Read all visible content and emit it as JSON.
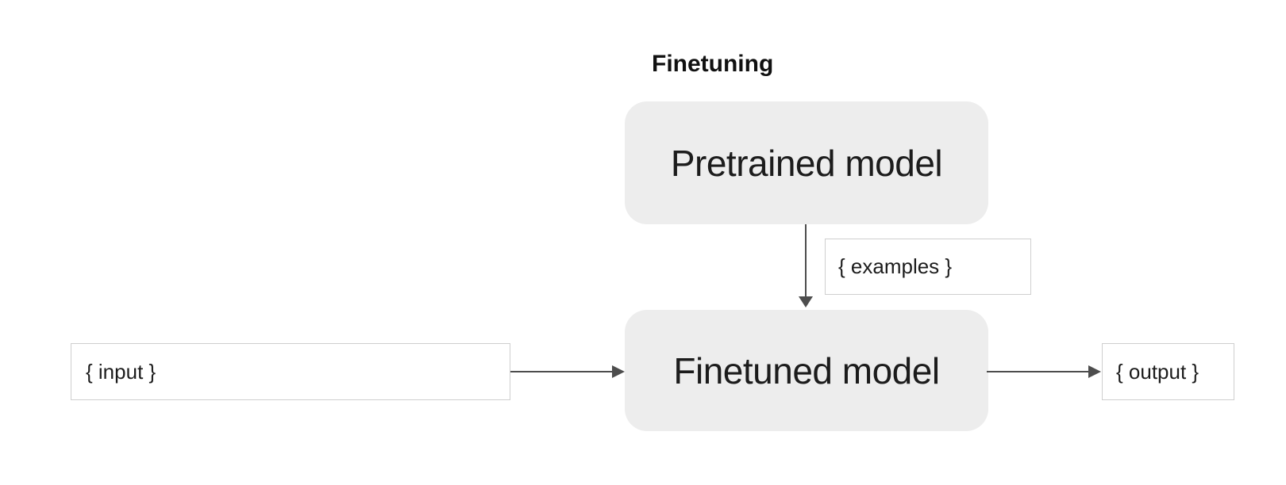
{
  "diagram": {
    "type": "flowchart",
    "title": "Finetuning",
    "pretrained_label": "Pretrained model",
    "finetuned_label": "Finetuned model",
    "input_label": "{ input }",
    "examples_label": "{ examples }",
    "output_label": "{ output }",
    "edges": [
      {
        "from": "pretrained-model",
        "to": "finetuned-model",
        "label": "{ examples }",
        "direction": "down"
      },
      {
        "from": "input",
        "to": "finetuned-model",
        "direction": "right"
      },
      {
        "from": "finetuned-model",
        "to": "output",
        "direction": "right"
      }
    ],
    "colors": {
      "background": "#ffffff",
      "node_fill": "#ededed",
      "io_box_border": "#cfcfcf",
      "arrow": "#4d4d4d",
      "text": "#1c1c1c",
      "title_text": "#111111"
    }
  }
}
